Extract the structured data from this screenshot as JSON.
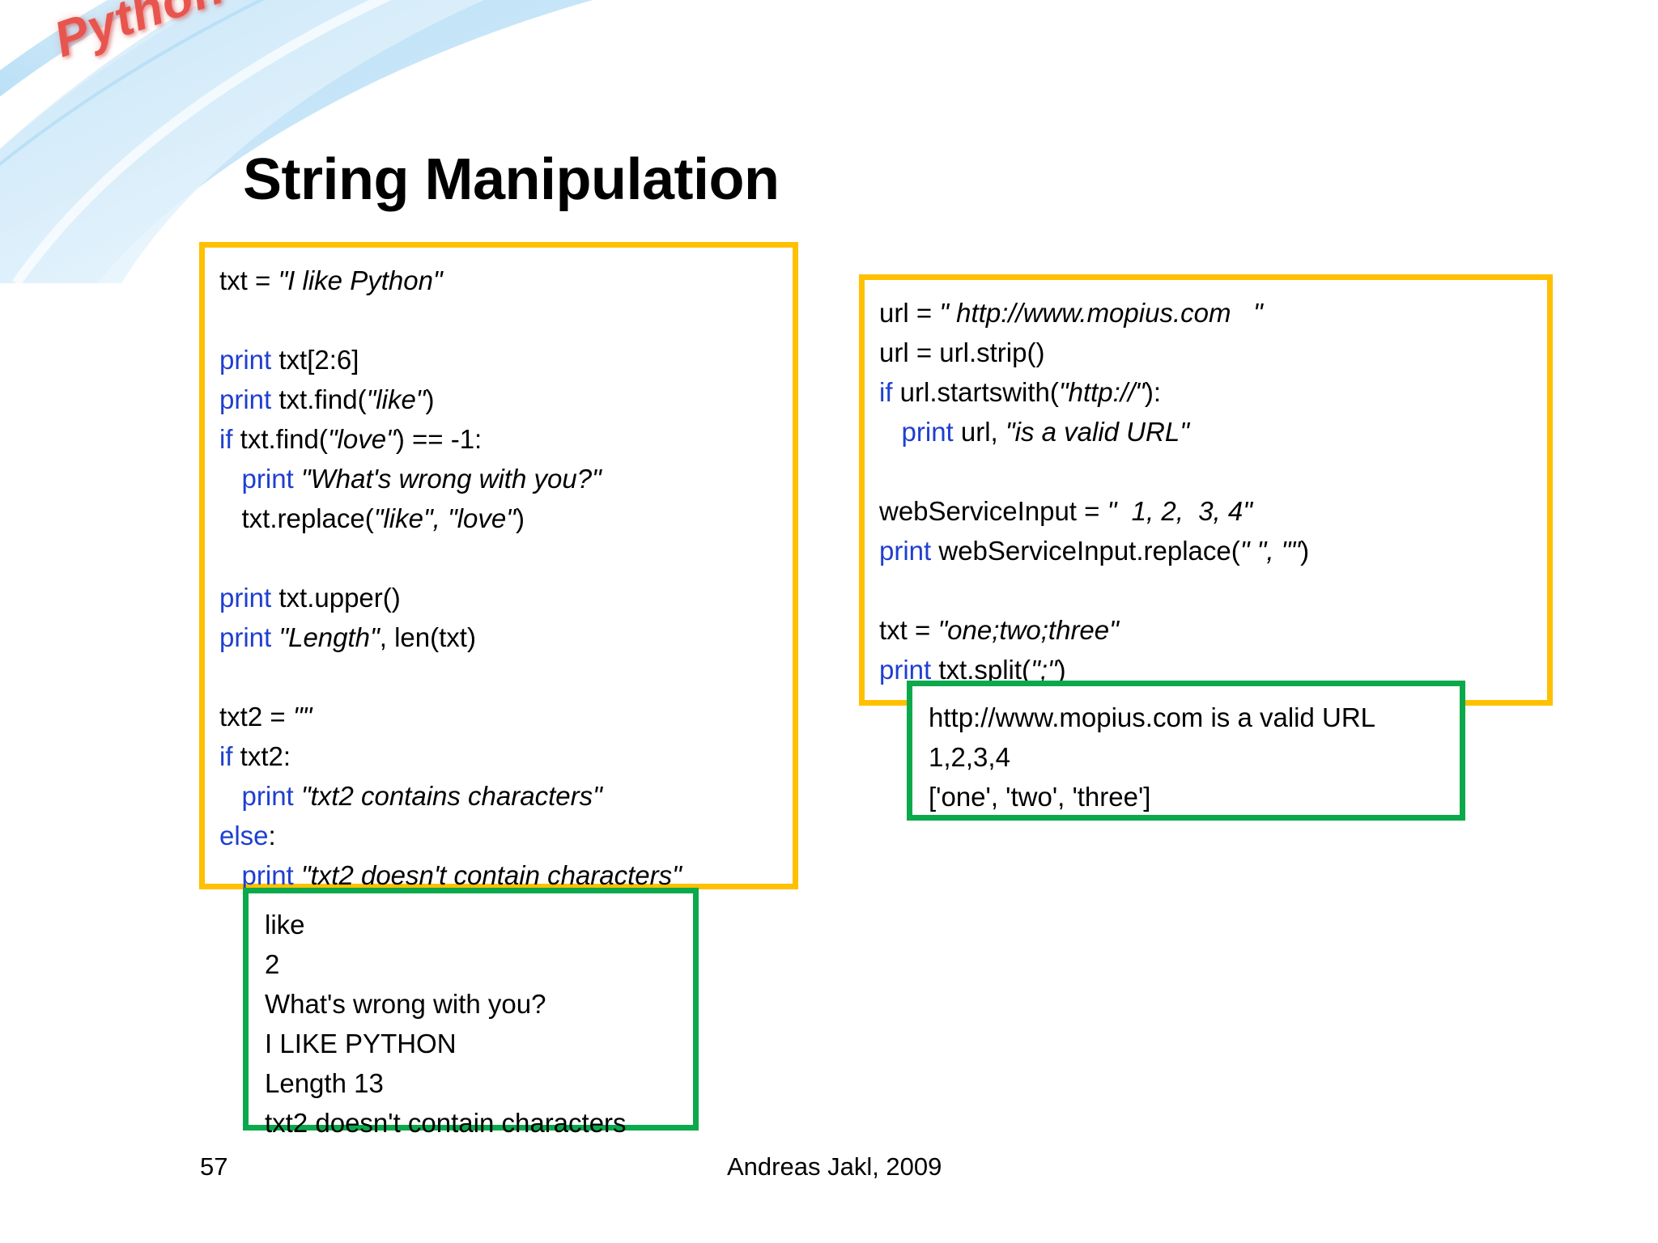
{
  "slide": {
    "brand_logo": "Python Basics",
    "title": "String Manipulation",
    "accent_orange": "#FFC000",
    "accent_green": "#0BA94C",
    "keyword_blue": "#1F3FD0"
  },
  "code_left": {
    "lines": [
      [
        {
          "t": "txt = ",
          "k": "plain"
        },
        {
          "t": "\"I like Python\"",
          "k": "string"
        }
      ],
      [],
      [
        {
          "t": "print",
          "k": "keyword"
        },
        {
          "t": " txt[2:6]",
          "k": "plain"
        }
      ],
      [
        {
          "t": "print",
          "k": "keyword"
        },
        {
          "t": " txt.find(",
          "k": "plain"
        },
        {
          "t": "\"like\"",
          "k": "string"
        },
        {
          "t": ")",
          "k": "plain"
        }
      ],
      [
        {
          "t": "if",
          "k": "keyword"
        },
        {
          "t": " txt.find(",
          "k": "plain"
        },
        {
          "t": "\"love\"",
          "k": "string"
        },
        {
          "t": ") == -1:",
          "k": "plain"
        }
      ],
      [
        {
          "t": "   ",
          "k": "plain"
        },
        {
          "t": "print",
          "k": "keyword"
        },
        {
          "t": " ",
          "k": "plain"
        },
        {
          "t": "\"What's wrong with you?\"",
          "k": "string"
        }
      ],
      [
        {
          "t": "   txt.replace(",
          "k": "plain"
        },
        {
          "t": "\"like\", \"love\"",
          "k": "string"
        },
        {
          "t": ")",
          "k": "plain"
        }
      ],
      [],
      [
        {
          "t": "print",
          "k": "keyword"
        },
        {
          "t": " txt.upper()",
          "k": "plain"
        }
      ],
      [
        {
          "t": "print",
          "k": "keyword"
        },
        {
          "t": " ",
          "k": "plain"
        },
        {
          "t": "\"Length\"",
          "k": "string"
        },
        {
          "t": ", len(txt)",
          "k": "plain"
        }
      ],
      [],
      [
        {
          "t": "txt2 = ",
          "k": "plain"
        },
        {
          "t": "\"\"",
          "k": "string"
        }
      ],
      [
        {
          "t": "if",
          "k": "keyword"
        },
        {
          "t": " txt2:",
          "k": "plain"
        }
      ],
      [
        {
          "t": "   ",
          "k": "plain"
        },
        {
          "t": "print",
          "k": "keyword"
        },
        {
          "t": " ",
          "k": "plain"
        },
        {
          "t": "\"txt2 contains characters\"",
          "k": "string"
        }
      ],
      [
        {
          "t": "else",
          "k": "keyword"
        },
        {
          "t": ":",
          "k": "plain"
        }
      ],
      [
        {
          "t": "   ",
          "k": "plain"
        },
        {
          "t": "print",
          "k": "keyword"
        },
        {
          "t": " ",
          "k": "plain"
        },
        {
          "t": "\"txt2 doesn't contain characters\"",
          "k": "string"
        }
      ]
    ]
  },
  "code_right": {
    "lines": [
      [
        {
          "t": "url = ",
          "k": "plain"
        },
        {
          "t": "\" http://www.mopius.com   \"",
          "k": "string"
        }
      ],
      [
        {
          "t": "url = url.strip()",
          "k": "plain"
        }
      ],
      [
        {
          "t": "if",
          "k": "keyword"
        },
        {
          "t": " url.startswith(",
          "k": "plain"
        },
        {
          "t": "\"http://\"",
          "k": "string"
        },
        {
          "t": "):",
          "k": "plain"
        }
      ],
      [
        {
          "t": "   ",
          "k": "plain"
        },
        {
          "t": "print",
          "k": "keyword"
        },
        {
          "t": " url, ",
          "k": "plain"
        },
        {
          "t": "\"is a valid URL\"",
          "k": "string"
        }
      ],
      [],
      [
        {
          "t": "webServiceInput = ",
          "k": "plain"
        },
        {
          "t": "\"  1, 2,  3, 4\"",
          "k": "string"
        }
      ],
      [
        {
          "t": "print",
          "k": "keyword"
        },
        {
          "t": " webServiceInput.replace(",
          "k": "plain"
        },
        {
          "t": "\" \", \"\"",
          "k": "string"
        },
        {
          "t": ")",
          "k": "plain"
        }
      ],
      [],
      [
        {
          "t": "txt = ",
          "k": "plain"
        },
        {
          "t": "\"one;two;three\"",
          "k": "string"
        }
      ],
      [
        {
          "t": "print",
          "k": "keyword"
        },
        {
          "t": " txt.split(",
          "k": "plain"
        },
        {
          "t": "\";\"",
          "k": "string"
        },
        {
          "t": ")",
          "k": "plain"
        }
      ]
    ]
  },
  "output_left": {
    "lines": [
      "like",
      "2",
      "What's wrong with you?",
      "I LIKE PYTHON",
      "Length 13",
      "txt2 doesn't contain characters"
    ]
  },
  "output_right": {
    "lines": [
      "http://www.mopius.com is a valid URL",
      "1,2,3,4",
      "['one', 'two', 'three']"
    ]
  },
  "footer": {
    "page_number": "57",
    "author": "Andreas Jakl, 2009"
  }
}
